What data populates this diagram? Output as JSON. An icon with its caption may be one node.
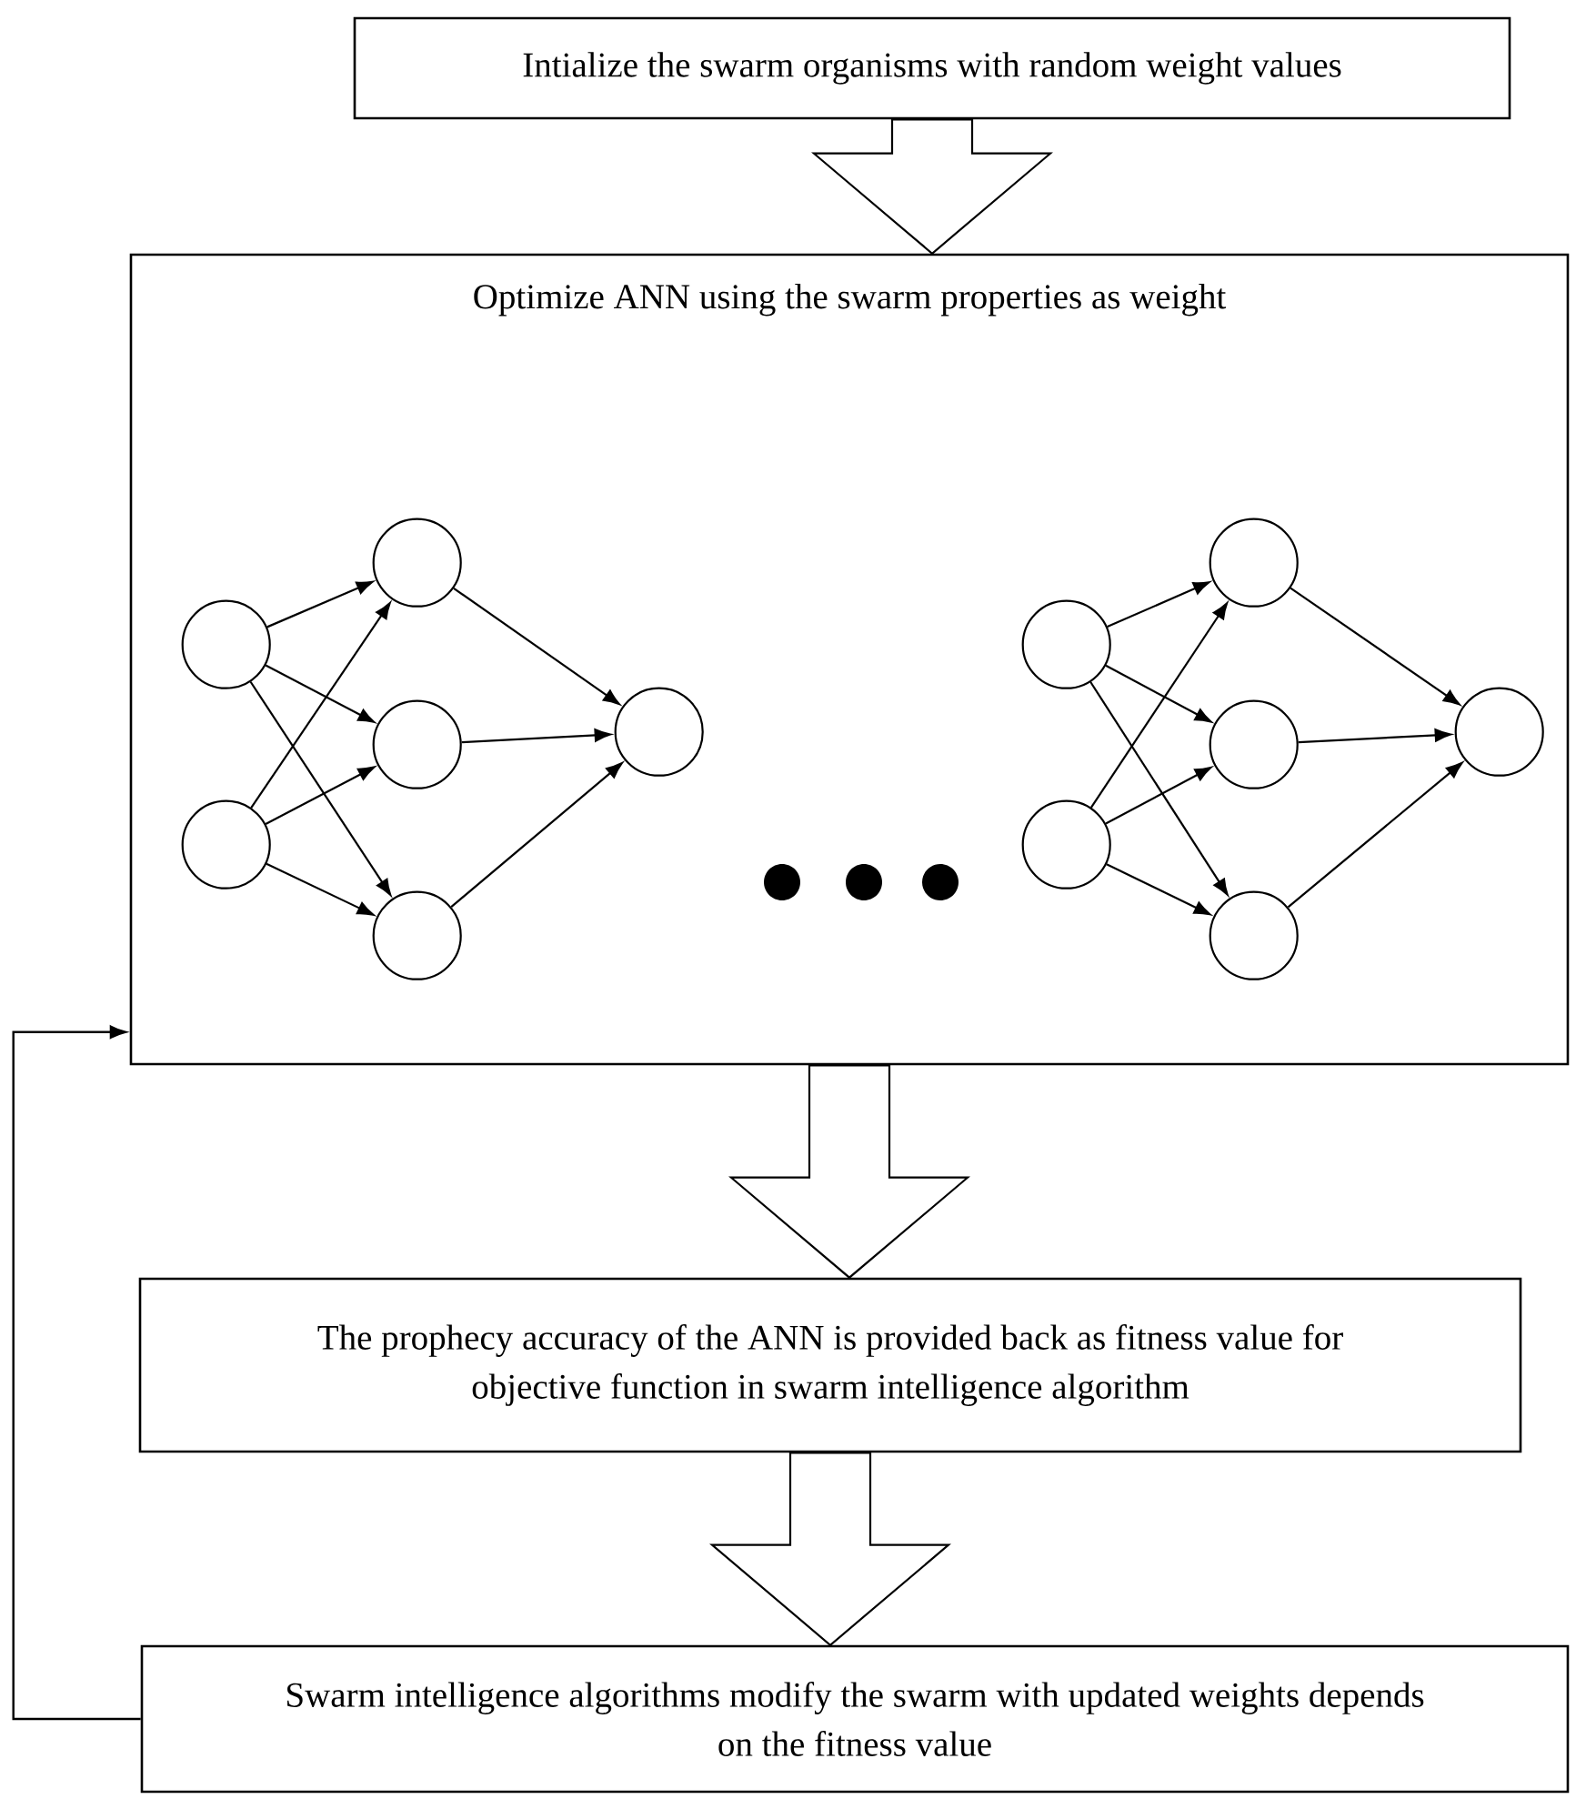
{
  "diagram": {
    "nodes": [
      {
        "text": [
          "Intialize the swarm organisms with random weight values"
        ]
      },
      {
        "text": [
          "Optimize ANN using the swarm properties as weight"
        ]
      },
      {
        "text": [],
        "shape": "circle",
        "in": 1
      },
      {
        "text": [],
        "shape": "circle",
        "in": 1
      },
      {
        "text": [],
        "shape": "circle",
        "in": 1
      },
      {
        "text": [],
        "shape": "circle",
        "in": 1
      },
      {
        "text": [],
        "shape": "circle",
        "in": 1
      },
      {
        "text": [],
        "shape": "circle",
        "in": 1
      },
      {
        "text": [],
        "shape": "circle",
        "in": 1
      },
      {
        "text": [],
        "shape": "circle",
        "in": 1
      },
      {
        "text": [],
        "shape": "circle",
        "in": 1
      },
      {
        "text": [],
        "shape": "circle",
        "in": 1
      },
      {
        "text": [],
        "shape": "circle",
        "in": 1
      },
      {
        "text": [],
        "shape": "circle",
        "in": 1
      },
      {
        "text": [
          "The prophecy accuracy of the ANN is provided back as fitness value for objective function in swarm intelligence algorithm"
        ]
      },
      {
        "text": [
          "Swarm intelligence algorithms modify the swarm with updated weights depends on the fitness value"
        ]
      }
    ],
    "edges": [
      {
        "from": 0,
        "to": 1,
        "arrow": "to",
        "style": "thick"
      },
      {
        "from": 2,
        "to": 4,
        "arrow": "to"
      },
      {
        "from": 2,
        "to": 5,
        "arrow": "to"
      },
      {
        "from": 2,
        "to": 6,
        "arrow": "to"
      },
      {
        "from": 3,
        "to": 4,
        "arrow": "to"
      },
      {
        "from": 3,
        "to": 5,
        "arrow": "to"
      },
      {
        "from": 3,
        "to": 6,
        "arrow": "to"
      },
      {
        "from": 4,
        "to": 7,
        "arrow": "to"
      },
      {
        "from": 5,
        "to": 7,
        "arrow": "to"
      },
      {
        "from": 6,
        "to": 7,
        "arrow": "to"
      },
      {
        "from": 8,
        "to": 10,
        "arrow": "to"
      },
      {
        "from": 8,
        "to": 11,
        "arrow": "to"
      },
      {
        "from": 8,
        "to": 12,
        "arrow": "to"
      },
      {
        "from": 9,
        "to": 10,
        "arrow": "to"
      },
      {
        "from": 9,
        "to": 11,
        "arrow": "to"
      },
      {
        "from": 9,
        "to": 12,
        "arrow": "to"
      },
      {
        "from": 10,
        "to": 13,
        "arrow": "to"
      },
      {
        "from": 11,
        "to": 13,
        "arrow": "to"
      },
      {
        "from": 12,
        "to": 13,
        "arrow": "to"
      },
      {
        "from": 1,
        "to": 14,
        "arrow": "to",
        "style": "thick"
      },
      {
        "from": 14,
        "to": 15,
        "arrow": "to",
        "style": "thick"
      },
      {
        "from": 15,
        "to": 1,
        "arrow": "to"
      }
    ]
  }
}
